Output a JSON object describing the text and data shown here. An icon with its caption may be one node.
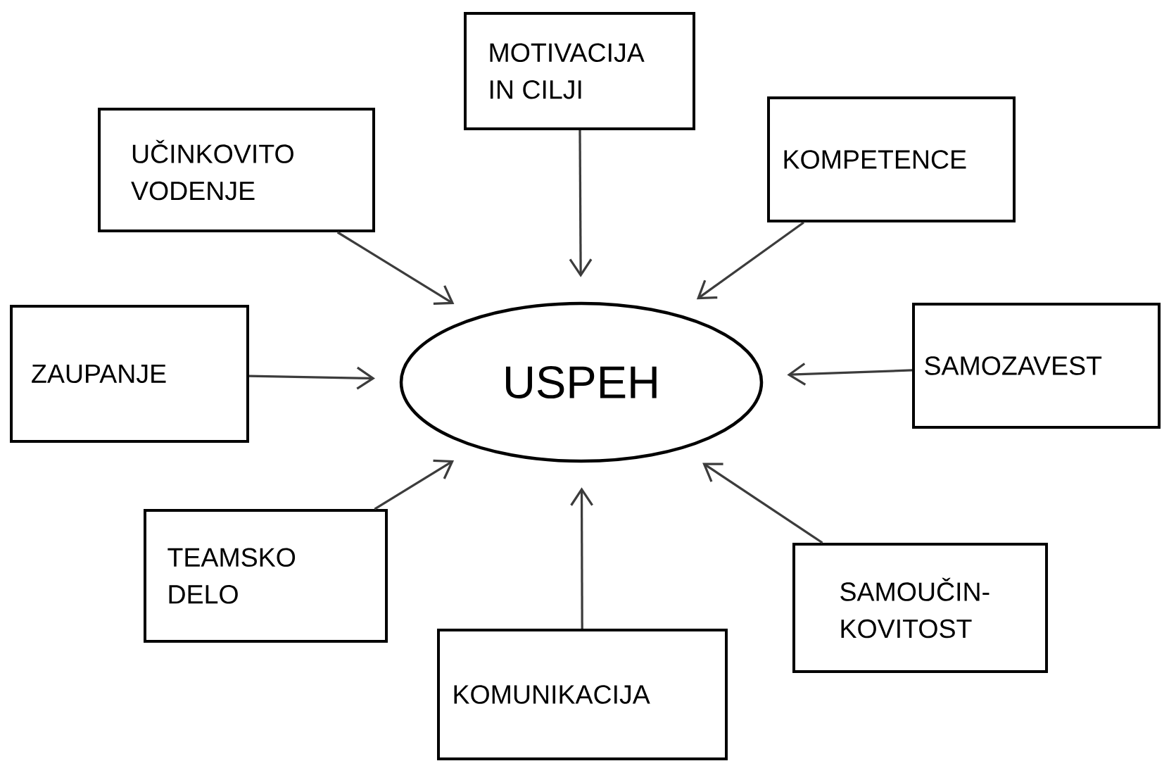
{
  "diagram": {
    "nodes": [
      {
        "text": [
          "MOTIVACIJA IN CILJI"
        ]
      },
      {
        "text": [
          "UČINKOVITO VODENJE"
        ]
      },
      {
        "text": [
          "KOMPETENCE"
        ]
      },
      {
        "text": [
          "ZAUPANJE"
        ]
      },
      {
        "text": [
          "SAMOZAVEST"
        ]
      },
      {
        "text": [
          "USPEH"
        ]
      },
      {
        "text": [
          "TEAMSKO DELO"
        ]
      },
      {
        "text": [
          "KOMUNIKACIJA"
        ]
      },
      {
        "text": [
          "SAMOUČIN- KOVITOST"
        ]
      }
    ],
    "edges": [
      {
        "from": 0,
        "to": 5,
        "arrow": "to"
      },
      {
        "from": 1,
        "to": 5,
        "arrow": "to"
      },
      {
        "from": 2,
        "to": 5,
        "arrow": "to"
      },
      {
        "from": 3,
        "to": 5,
        "arrow": "to"
      },
      {
        "from": 4,
        "to": 5,
        "arrow": "to"
      },
      {
        "from": 6,
        "to": 5,
        "arrow": "to"
      },
      {
        "from": 7,
        "to": 5,
        "arrow": "to"
      },
      {
        "from": 8,
        "to": 5,
        "arrow": "to"
      }
    ]
  }
}
